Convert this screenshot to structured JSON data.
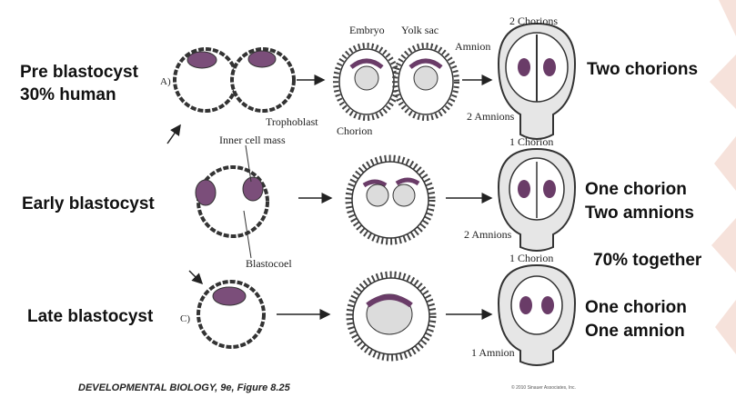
{
  "labels": {
    "pre_blastocyst_line1": "Pre blastocyst",
    "pre_blastocyst_line2": "30% human",
    "early_blastocyst": "Early blastocyst",
    "late_blastocyst": "Late blastocyst",
    "two_chorions": "Two chorions",
    "one_chorion_two_amnions_line1": "One chorion",
    "one_chorion_two_amnions_line2": "Two amnions",
    "seventy_together": "70% together",
    "one_chorion_one_amnion_line1": "One chorion",
    "one_chorion_one_amnion_line2": "One amnion"
  },
  "panel_letters": {
    "a": "A)",
    "c": "C)"
  },
  "diagram_labels": {
    "embryo": "Embryo",
    "yolk_sac": "Yolk sac",
    "amnion": "Amnion",
    "two_chorions": "2 Chorions",
    "trophoblast": "Trophoblast",
    "chorion": "Chorion",
    "inner_cell_mass": "Inner cell mass",
    "two_amnions_top": "2 Amnions",
    "one_chorion_mid": "1 Chorion",
    "two_amnions_mid": "2 Amnions",
    "blastocoel": "Blastocoel",
    "one_chorion_bottom": "1 Chorion",
    "one_amnion": "1 Amnion"
  },
  "footer": {
    "caption": "DEVELOPMENTAL BIOLOGY, 9e, Figure 8.25",
    "copyright": "© 2010 Sinauer Associates, Inc."
  },
  "colors": {
    "cell_mass": "#7b4e7a",
    "fetus": "#6a3c68",
    "yolk": "#dcdcdc",
    "outline": "#333333",
    "accent_stripes": "#f3d7cc"
  }
}
